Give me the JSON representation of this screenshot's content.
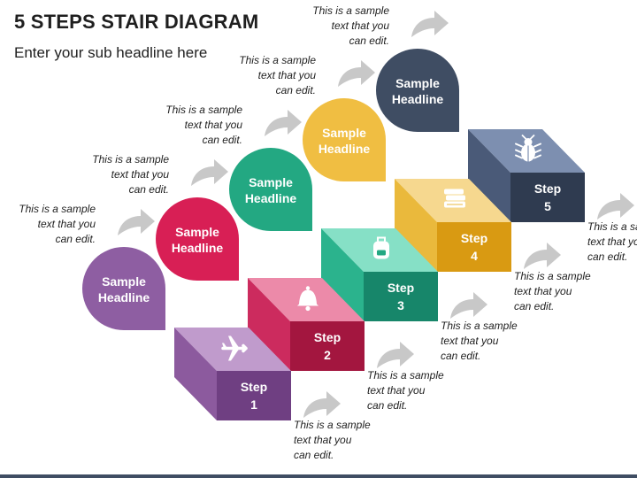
{
  "title": "5 STEPS STAIR DIAGRAM",
  "subtitle": "Enter your sub headline here",
  "steps": [
    {
      "word": "Step",
      "number": "1",
      "headline_line1": "Sample",
      "headline_line2": "Headline",
      "icon": "airplane-icon",
      "note_top": [
        "This is a sample",
        "text that you",
        "can edit."
      ],
      "note_bottom": [
        "This is a sample",
        "text that you",
        "can edit."
      ],
      "colors": {
        "top": "#c09bcc",
        "left": "#8c5a9e",
        "front": "#6f3f82",
        "bubble": "#8e5ea2"
      }
    },
    {
      "word": "Step",
      "number": "2",
      "headline_line1": "Sample",
      "headline_line2": "Headline",
      "icon": "bell-icon",
      "note_top": [
        "This is a sample",
        "text that you",
        "can edit."
      ],
      "note_bottom": [
        "This is a sample",
        "text that you",
        "can edit."
      ],
      "colors": {
        "top": "#ec8aa9",
        "left": "#cc2b5e",
        "front": "#a3163f",
        "bubble": "#d81f55"
      }
    },
    {
      "word": "Step",
      "number": "3",
      "headline_line1": "Sample",
      "headline_line2": "Headline",
      "icon": "backpack-icon",
      "note_top": [
        "This is a sample",
        "text that you",
        "can edit."
      ],
      "note_bottom": [
        "This is a sample",
        "text that you",
        "can edit."
      ],
      "colors": {
        "top": "#86e0c6",
        "left": "#2bb38d",
        "front": "#17866a",
        "bubble": "#23a882"
      }
    },
    {
      "word": "Step",
      "number": "4",
      "headline_line1": "Sample",
      "headline_line2": "Headline",
      "icon": "books-icon",
      "note_top": [
        "This is a sample",
        "text that you",
        "can edit."
      ],
      "note_bottom": [
        "This is a sample",
        "text that you",
        "can edit."
      ],
      "colors": {
        "top": "#f6d88f",
        "left": "#eab93c",
        "front": "#d99a12",
        "bubble": "#f0be42"
      }
    },
    {
      "word": "Step",
      "number": "5",
      "headline_line1": "Sample",
      "headline_line2": "Headline",
      "icon": "bug-icon",
      "note_top": [
        "This is a sample",
        "text that you",
        "can edit."
      ],
      "note_bottom": [
        "This is a sample",
        "text that you",
        "can edit."
      ],
      "colors": {
        "top": "#7d8fb0",
        "left": "#4a5a78",
        "front": "#2f3b50",
        "bubble": "#3f4d63"
      }
    }
  ],
  "arrow_color": "#c8c8c8",
  "text_color": "#1f1f1f"
}
